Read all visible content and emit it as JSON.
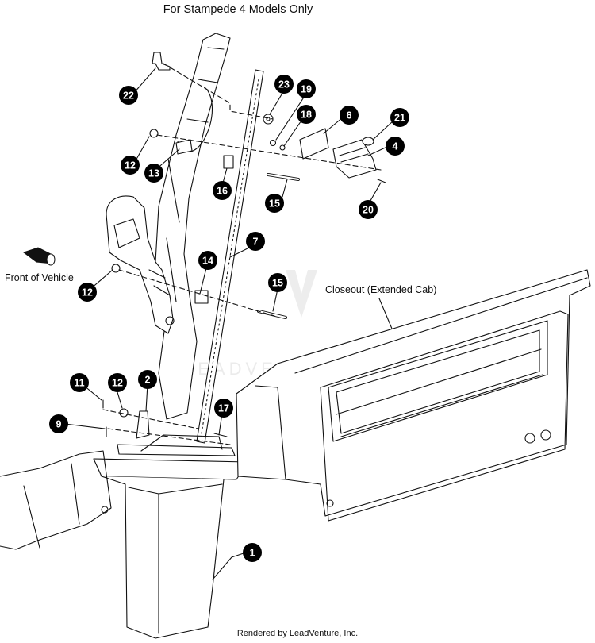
{
  "title": "For Stampede 4 Models Only",
  "footer": "Rendered by LeadVenture, Inc.",
  "labels": {
    "front_of_vehicle": "Front of Vehicle",
    "closeout": "Closeout (Extended Cab)"
  },
  "watermark": "LEADVENTURE",
  "callouts": [
    {
      "id": "c1",
      "num": "1"
    },
    {
      "id": "c2",
      "num": "2"
    },
    {
      "id": "c4",
      "num": "4"
    },
    {
      "id": "c6",
      "num": "6"
    },
    {
      "id": "c7",
      "num": "7"
    },
    {
      "id": "c9",
      "num": "9"
    },
    {
      "id": "c11",
      "num": "11"
    },
    {
      "id": "c12a",
      "num": "12"
    },
    {
      "id": "c12b",
      "num": "12"
    },
    {
      "id": "c12c",
      "num": "12"
    },
    {
      "id": "c13",
      "num": "13"
    },
    {
      "id": "c14",
      "num": "14"
    },
    {
      "id": "c15a",
      "num": "15"
    },
    {
      "id": "c15b",
      "num": "15"
    },
    {
      "id": "c16",
      "num": "16"
    },
    {
      "id": "c17",
      "num": "17"
    },
    {
      "id": "c18",
      "num": "18"
    },
    {
      "id": "c19",
      "num": "19"
    },
    {
      "id": "c20",
      "num": "20"
    },
    {
      "id": "c21",
      "num": "21"
    },
    {
      "id": "c22",
      "num": "22"
    },
    {
      "id": "c23",
      "num": "23"
    }
  ],
  "colors": {
    "ink": "#111111",
    "callout_fill": "#000000",
    "callout_text": "#ffffff",
    "watermark": "#e6e6e6"
  }
}
